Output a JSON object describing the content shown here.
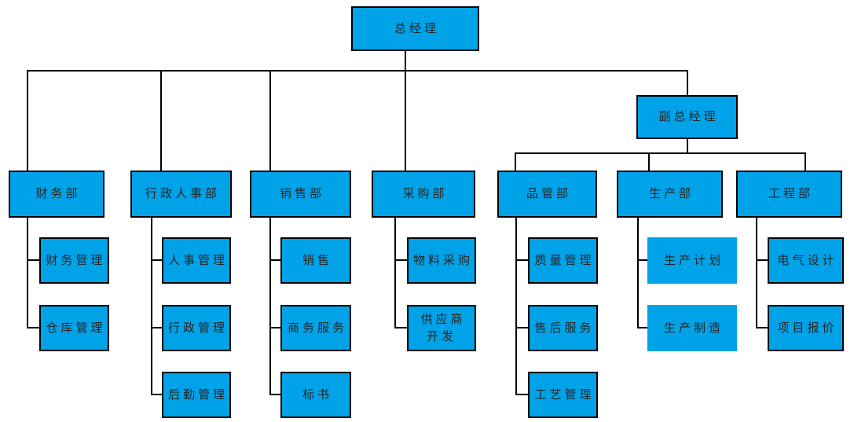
{
  "colors": {
    "box_fill": "#00A2E8",
    "box_border": "#000000",
    "line": "#000000",
    "text": "#262626",
    "canvas_bg": "#ffffff"
  },
  "org": {
    "root": {
      "label": "总经理"
    },
    "deputy": {
      "label": "副总经理"
    },
    "departments": [
      {
        "label": "财务部",
        "children": [
          "财务管理",
          "仓库管理"
        ]
      },
      {
        "label": "行政人事部",
        "children": [
          "人事管理",
          "行政管理",
          "后勤管理"
        ]
      },
      {
        "label": "销售部",
        "children": [
          "销售",
          "商务服务",
          "标书"
        ]
      },
      {
        "label": "采购部",
        "children": [
          "物料采购",
          "供应商\n开发"
        ]
      },
      {
        "label": "品管部",
        "children": [
          "质量管理",
          "售后服务",
          "工艺管理"
        ]
      },
      {
        "label": "生产部",
        "children": [
          "生产计划",
          "生产制造"
        ]
      },
      {
        "label": "工程部",
        "children": [
          "电气设计",
          "项目报价"
        ]
      }
    ]
  }
}
